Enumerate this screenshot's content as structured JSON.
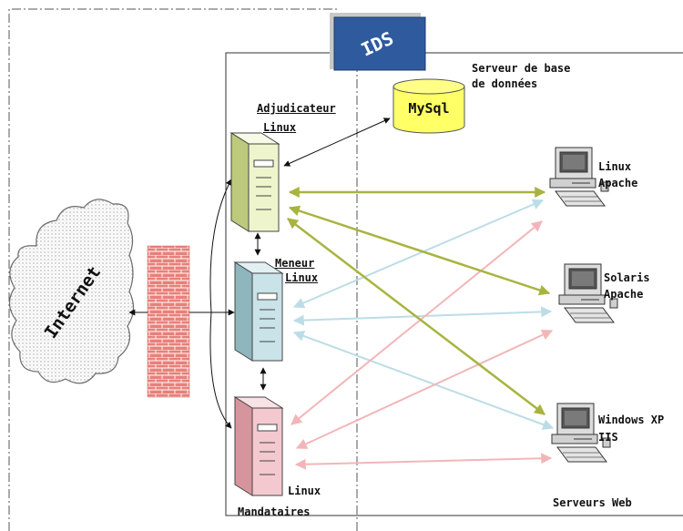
{
  "ids": {
    "label": "IDS",
    "color": "#2f5b9e"
  },
  "database": {
    "title_line1": "Serveur de base",
    "title_line2": "de données",
    "name": "MySql",
    "color": "#ffff66"
  },
  "internet": {
    "label": "Internet"
  },
  "servers": {
    "adjudicateur": {
      "line1": "Adjudicateur",
      "line2": "Linux",
      "color": "#eef5cc"
    },
    "meneur": {
      "line1": "Meneur",
      "line2": "Linux",
      "color": "#c9e3e8"
    },
    "mandataires": {
      "line1": "Linux",
      "line2": "Mandataires",
      "color": "#f3c9cf"
    }
  },
  "web_servers": {
    "title": "Serveurs Web",
    "items": [
      {
        "line1": "Linux",
        "line2": "Apache"
      },
      {
        "line1": "Solaris",
        "line2": "Apache"
      },
      {
        "line1": "Windows XP",
        "line2": "IIS"
      }
    ]
  },
  "colors": {
    "green": "#a8b440",
    "blue": "#bcdde6",
    "pink": "#f2b6b8",
    "firewall": "#e8807a"
  }
}
